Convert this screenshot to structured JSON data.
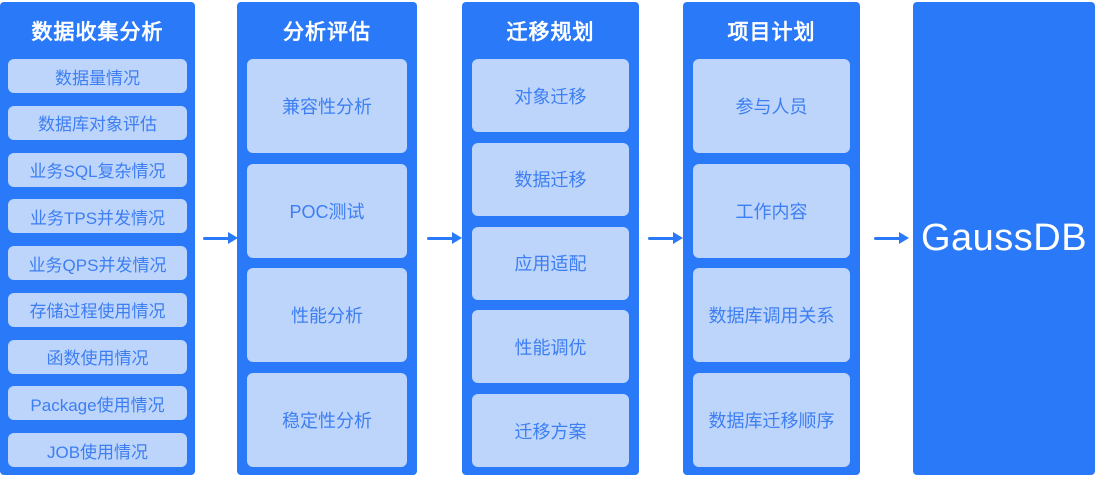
{
  "colors": {
    "panel_blue": "#2979f8",
    "box_light": "#bdd5fb",
    "box_text": "#3d7ef2",
    "header_text": "#ffffff"
  },
  "icons": {
    "flow_arrow": "right-arrow"
  },
  "columns": [
    {
      "title": "数据收集分析",
      "items": [
        "数据量情况",
        "数据库对象评估",
        "业务SQL复杂情况",
        "业务TPS并发情况",
        "业务QPS并发情况",
        "存储过程使用情况",
        "函数使用情况",
        "Package使用情况",
        "JOB使用情况"
      ]
    },
    {
      "title": "分析评估",
      "items": [
        "兼容性分析",
        "POC测试",
        "性能分析",
        "稳定性分析"
      ]
    },
    {
      "title": "迁移规划",
      "items": [
        "对象迁移",
        "数据迁移",
        "应用适配",
        "性能调优",
        "迁移方案"
      ]
    },
    {
      "title": "项目计划",
      "items": [
        "参与人员",
        "工作内容",
        "数据库调用关系",
        "数据库迁移顺序"
      ]
    }
  ],
  "target": {
    "label": "GaussDB"
  }
}
